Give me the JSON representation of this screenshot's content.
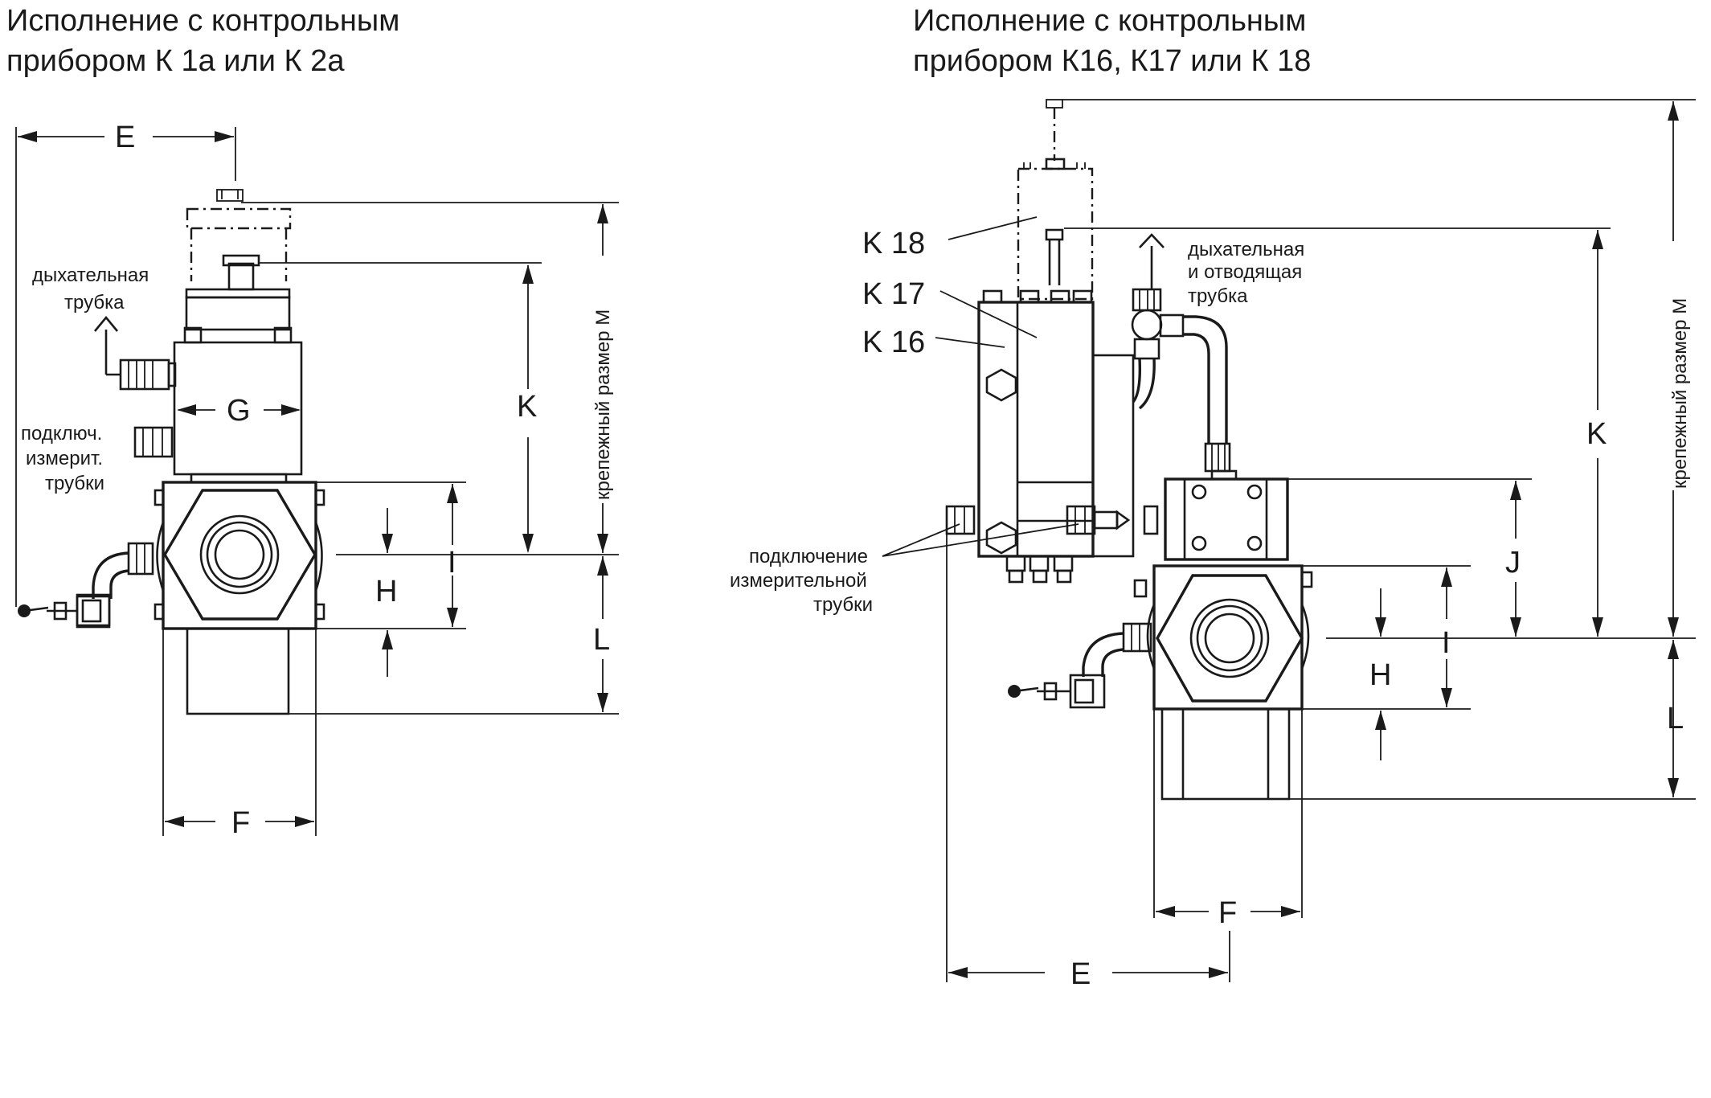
{
  "left_view": {
    "title_line1": "Исполнение с контрольным",
    "title_line2": "прибором К 1а или К 2а",
    "breather_line1": "дыхательная",
    "breather_line2": "трубка",
    "gauge_line1": "подключ.",
    "gauge_line2": "измерит.",
    "gauge_line3": "трубки",
    "mount_label": "крепежный размер M",
    "dims": {
      "E": "E",
      "G": "G",
      "K": "K",
      "H": "H",
      "I": "I",
      "L": "L",
      "F": "F"
    }
  },
  "right_view": {
    "title_line1": "Исполнение с контрольным",
    "title_line2": "прибором К16, К17 или К 18",
    "k18": "K 18",
    "k17": "K 17",
    "k16": "K 16",
    "breather_line1": "дыхательная",
    "breather_line2": "и отводящая",
    "breather_line3": "трубка",
    "gauge_line1": "подключение",
    "gauge_line2": "измерительной",
    "gauge_line3": "трубки",
    "mount_label": "крепежный размер M",
    "dims": {
      "K": "K",
      "J": "J",
      "H": "H",
      "I": "I",
      "L": "L",
      "F": "F",
      "E": "E"
    }
  }
}
